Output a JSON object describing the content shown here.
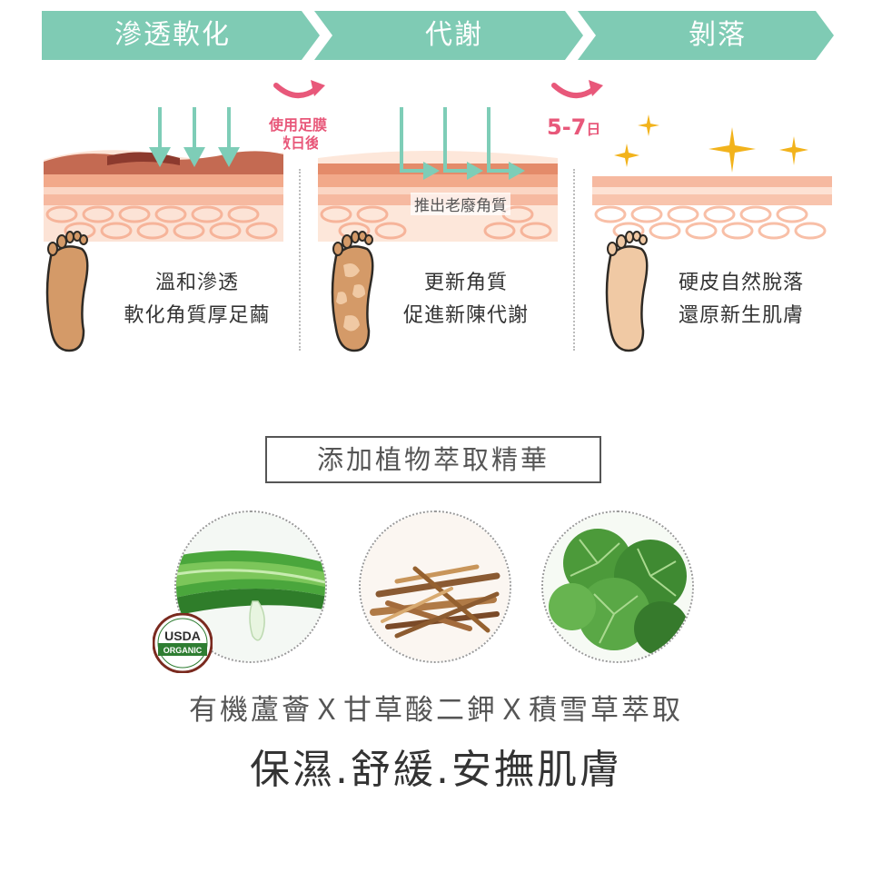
{
  "steps": [
    {
      "title": "滲透軟化",
      "caption_line1": "溫和滲透",
      "caption_line2": "軟化角質厚足繭"
    },
    {
      "title": "代謝",
      "caption_line1": "更新角質",
      "caption_line2": "促進新陳代謝"
    },
    {
      "title": "剝落",
      "caption_line1": "硬皮自然脫落",
      "caption_line2": "還原新生肌膚"
    }
  ],
  "notes": {
    "after_mask_line1": "使用足膜",
    "after_mask_line2": "數日後",
    "days": "5-7",
    "days_unit": "日",
    "push_out": "推出老廢角質"
  },
  "section_title": "添加植物萃取精華",
  "badge": {
    "line1": "USDA",
    "line2": "ORGANIC"
  },
  "ingredients_line": "有機蘆薈Ｘ甘草酸二鉀Ｘ積雪草萃取",
  "benefits_line": "保濕.舒緩.安撫肌膚",
  "colors": {
    "teal": "#7fcbb4",
    "arrow_teal": "#7ecdb7",
    "pink": "#e8587a",
    "skin_top": "#f2a98a",
    "skin_mid": "#fbd6c4",
    "foot_dark": "#d49a68",
    "foot_light": "#f0c9a4",
    "spark": "#f2b31c"
  },
  "icons": {
    "curve_arrow": "curved-arrow-icon",
    "down_arrow": "down-arrow-icon",
    "spark": "sparkle-icon",
    "foot": "foot-icon"
  }
}
